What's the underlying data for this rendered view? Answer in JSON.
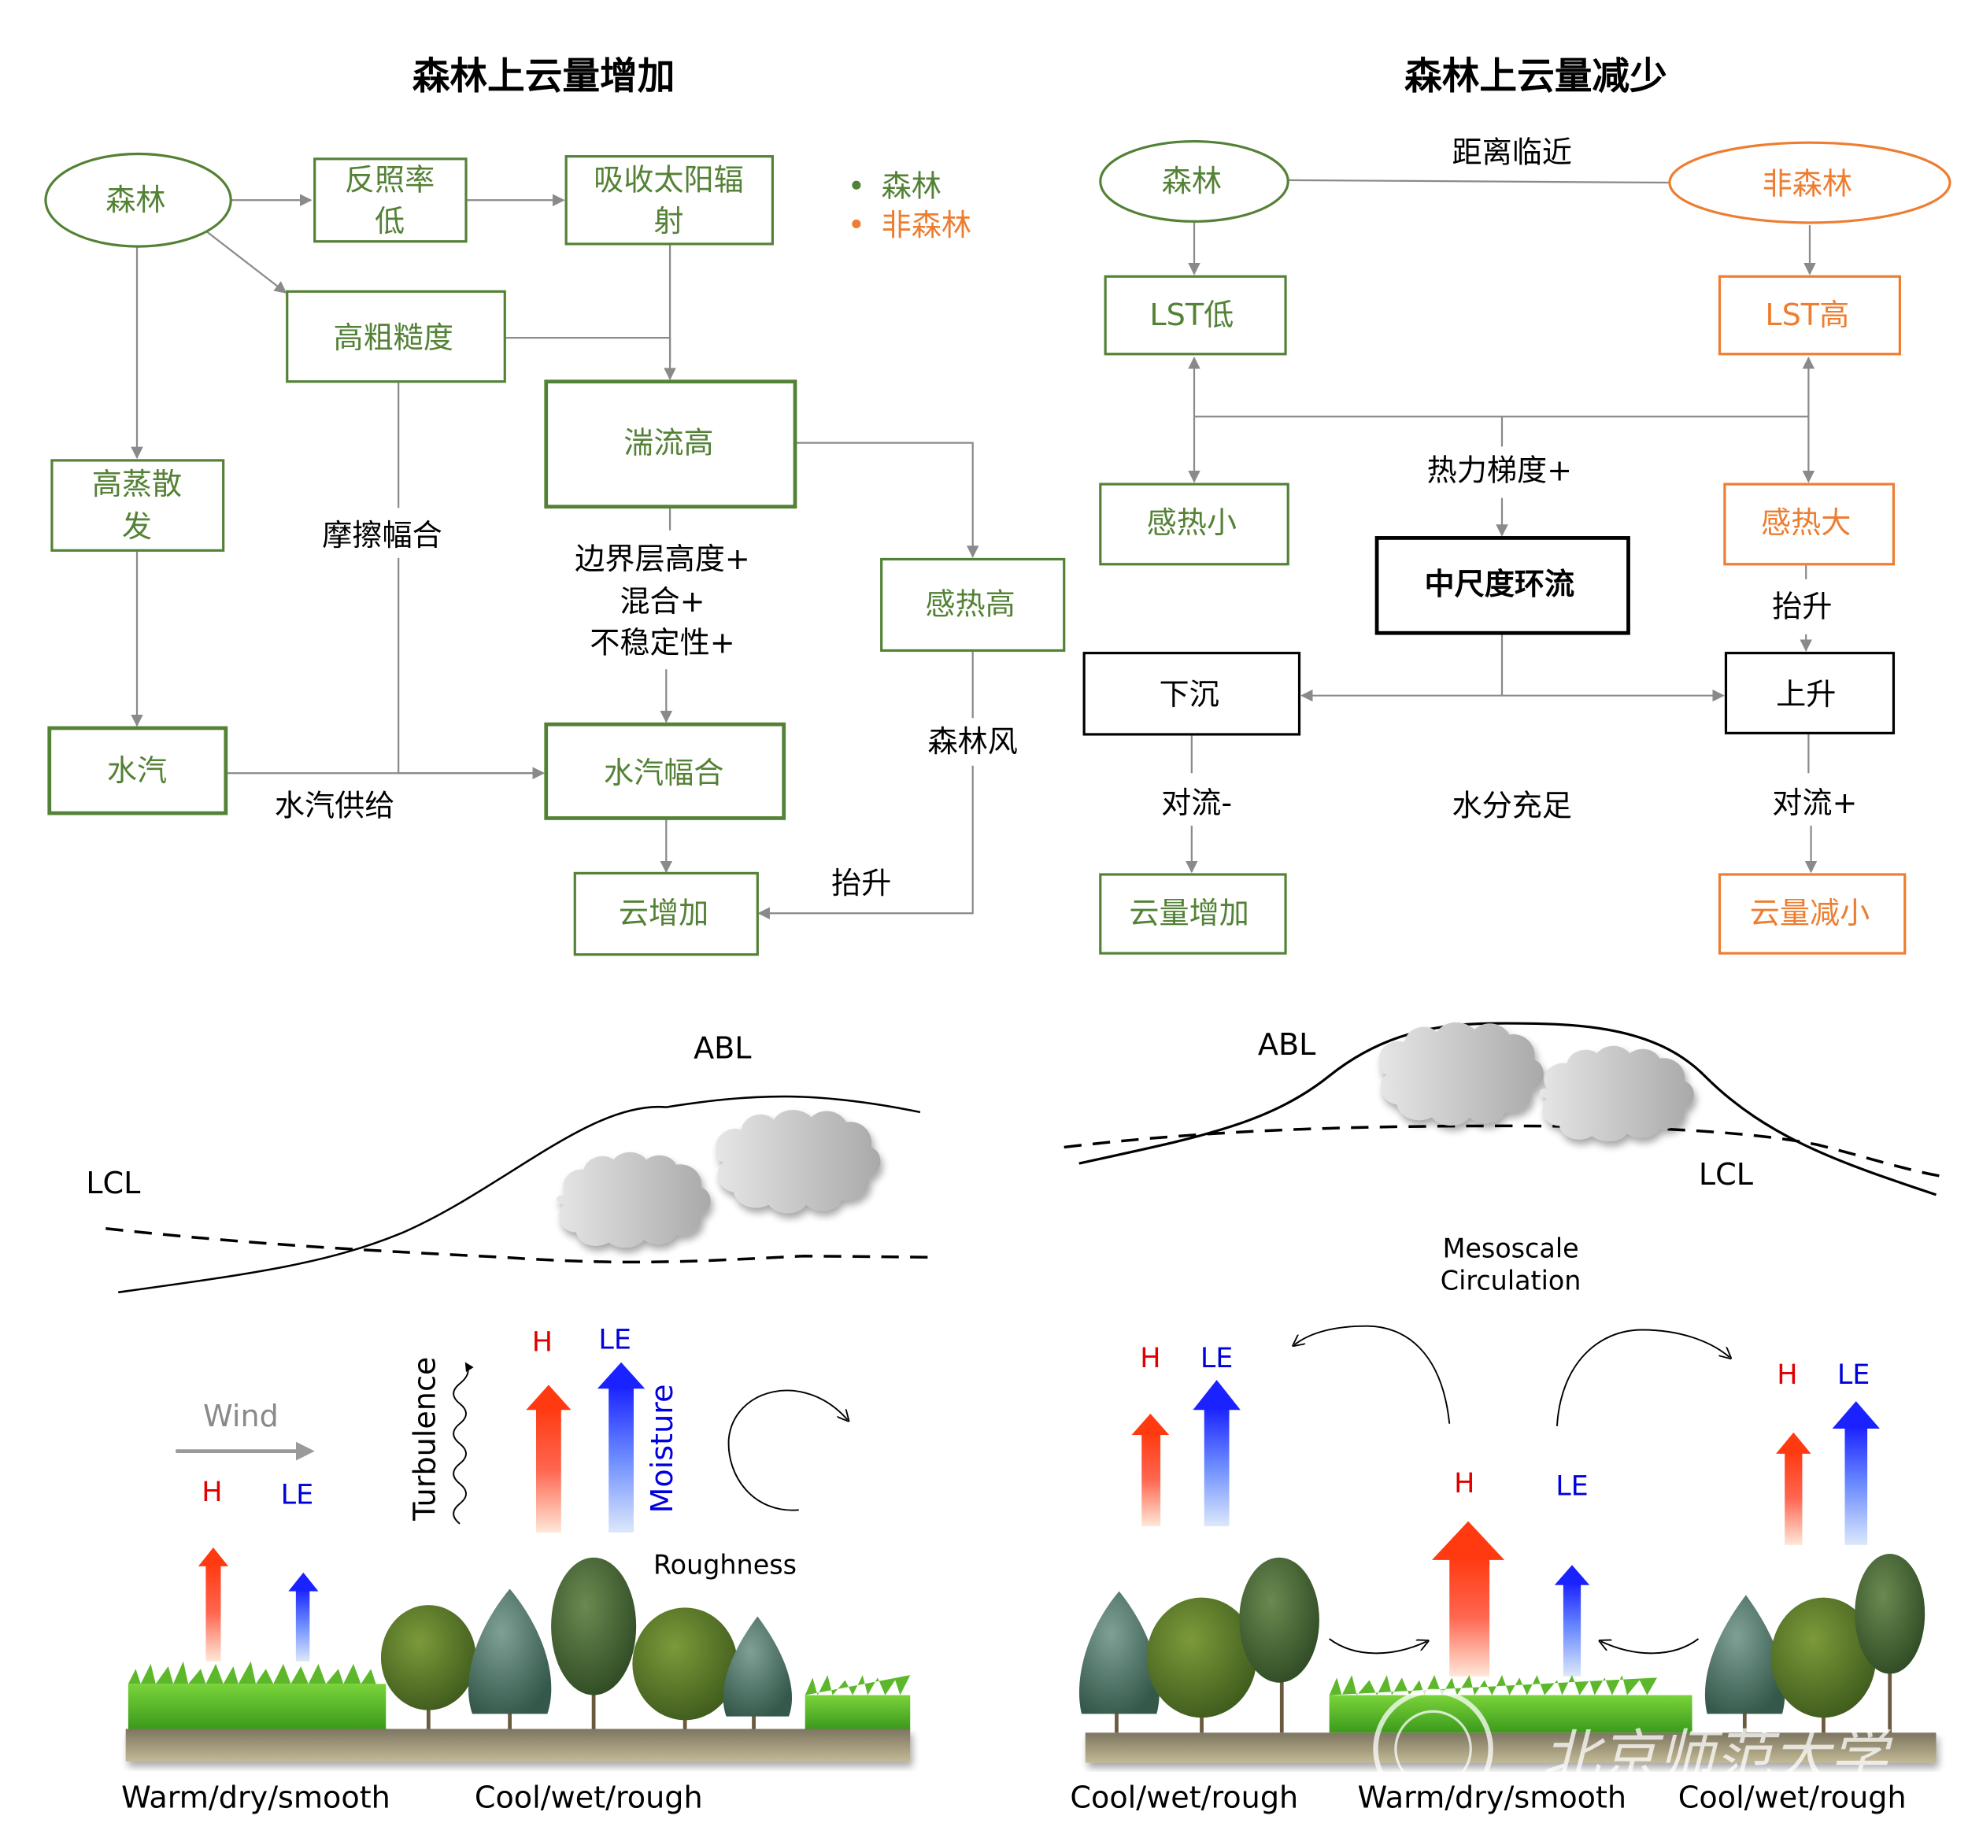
{
  "left_flow": {
    "title": "森林上云量增加",
    "nodes": {
      "forest": "森林",
      "albedo_line1": "反照率",
      "albedo_line2": "低",
      "solar_line1": "吸收太阳辐",
      "solar_line2": "射",
      "roughness": "高粗糙度",
      "turbulence": "湍流高",
      "evap_line1": "高蒸散",
      "evap_line2": "发",
      "vapor": "水汽",
      "vapor_conv": "水汽幅合",
      "sensible": "感热高",
      "cloud": "云增加"
    },
    "labels": {
      "friction": "摩擦幅合",
      "abl_line1": "边界层高度+",
      "abl_line2": "混合+",
      "abl_line3": "不稳定性+",
      "supply": "水汽供给",
      "forest_wind": "森林风",
      "lift": "抬升"
    },
    "legend": [
      {
        "label": "森林",
        "color": "#538135"
      },
      {
        "label": "非森林",
        "color": "#ED7D31"
      }
    ]
  },
  "right_flow": {
    "title": "森林上云量减少",
    "nodes": {
      "forest": "森林",
      "nonforest": "非森林",
      "lst_low": "LST低",
      "lst_high": "LST高",
      "sh_small": "感热小",
      "sh_large": "感热大",
      "mesoscale": "中尺度环流",
      "sink": "下沉",
      "rise": "上升",
      "cloud_up": "云量增加",
      "cloud_down": "云量减小"
    },
    "labels": {
      "proximity": "距离临近",
      "gradient": "热力梯度+",
      "lift": "抬升",
      "conv_minus": "对流-",
      "moisture": "水分充足",
      "conv_plus": "对流+"
    }
  },
  "left_scene": {
    "abl": "ABL",
    "lcl": "LCL",
    "wind": "Wind",
    "turbulence": "Turbulence",
    "moisture": "Moisture",
    "roughness": "Roughness",
    "h": "H",
    "le": "LE",
    "ground_left": "Warm/dry/smooth",
    "ground_right": "Cool/wet/rough"
  },
  "right_scene": {
    "abl": "ABL",
    "lcl": "LCL",
    "mesoscale_line1": "Mesoscale",
    "mesoscale_line2": "Circulation",
    "h": "H",
    "le": "LE",
    "ground_left": "Cool/wet/rough",
    "ground_center": "Warm/dry/smooth",
    "ground_right": "Cool/wet/rough",
    "watermark": "北京师范大学"
  },
  "colors": {
    "forest_green": "#538135",
    "nonforest_orange": "#ED7D31",
    "connector_gray": "#8a8a8a",
    "sensible_heat_red": "#ff3b10",
    "latent_heat_blue": "#1a2cff"
  }
}
